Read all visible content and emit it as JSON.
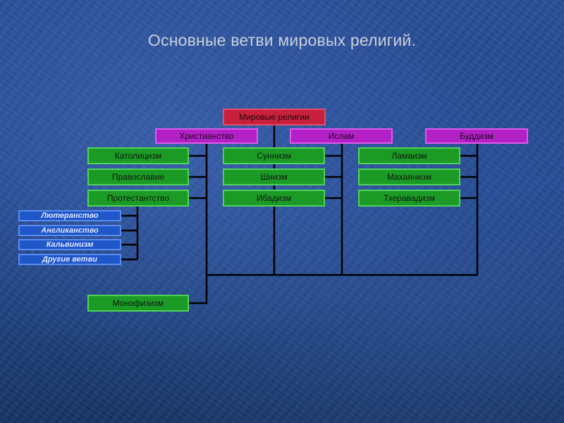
{
  "title": "Основные ветви мировых религий.",
  "root": {
    "label": "Мировые религии"
  },
  "religions": {
    "christianity": "Христианство",
    "islam": "Ислам",
    "buddhism": "Буддизм"
  },
  "christianity_branches": [
    "Католицизм",
    "Православие",
    "Протестантство"
  ],
  "protestant_branches": [
    "Лютеранство",
    "Англиканство",
    "Кальвинизм",
    "Другие ветви"
  ],
  "monophysitism": "Монофизизм",
  "islam_branches": [
    "Суннизм",
    "Шиизм",
    "Ибадизм"
  ],
  "buddhism_branches": [
    "Ламаизм",
    "Махаянизм",
    "Тхеравадизм"
  ],
  "colors": {
    "root": "#c8203c",
    "religion": "#b321c6",
    "branch": "#1b9a26",
    "sub_branch": "#1f56c8",
    "connector": "#000000"
  }
}
